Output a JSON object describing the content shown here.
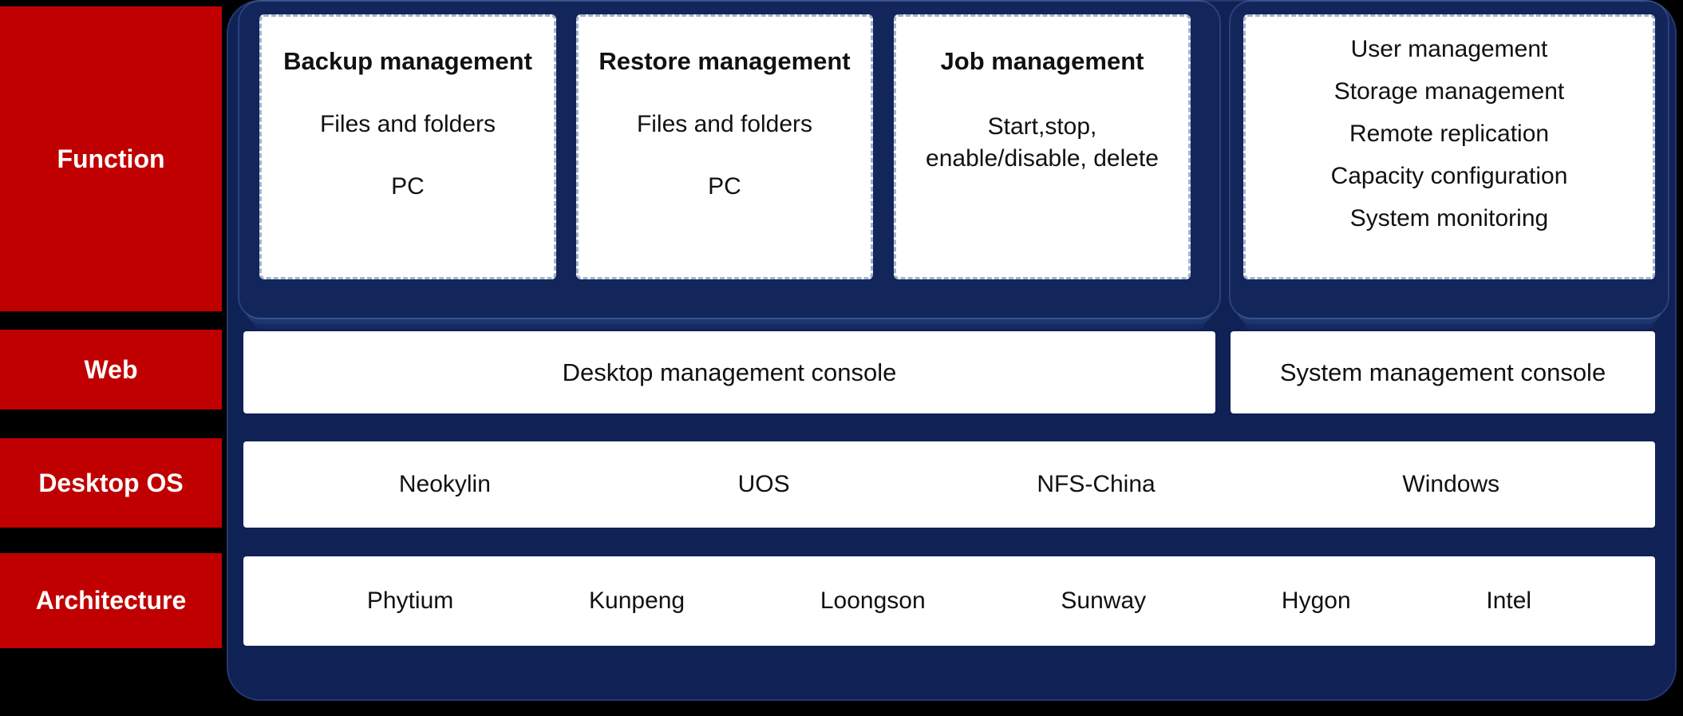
{
  "colors": {
    "label_red": "#c00000",
    "platform_navy": "#0f2155",
    "panel_navy": "#13265c",
    "card_white": "#ffffff",
    "text_black": "#111111"
  },
  "row_labels": {
    "function": "Function",
    "web": "Web",
    "desktop_os": "Desktop OS",
    "architecture": "Architecture"
  },
  "function_cards": [
    {
      "title": "Backup management",
      "lines": [
        "Files and folders",
        "PC"
      ]
    },
    {
      "title": "Restore management",
      "lines": [
        "Files and folders",
        "PC"
      ]
    },
    {
      "title": "Job management",
      "lines": [
        "Start,stop,\nenable/disable, delete"
      ]
    }
  ],
  "system_card": {
    "lines": [
      "User management",
      "Storage management",
      "Remote replication",
      "Capacity configuration",
      "System monitoring"
    ]
  },
  "web_row": {
    "desktop_console": "Desktop management console",
    "system_console": "System management console"
  },
  "desktop_os": [
    "Neokylin",
    "UOS",
    "NFS-China",
    "Windows"
  ],
  "architecture": [
    "Phytium",
    "Kunpeng",
    "Loongson",
    "Sunway",
    "Hygon",
    "Intel"
  ]
}
